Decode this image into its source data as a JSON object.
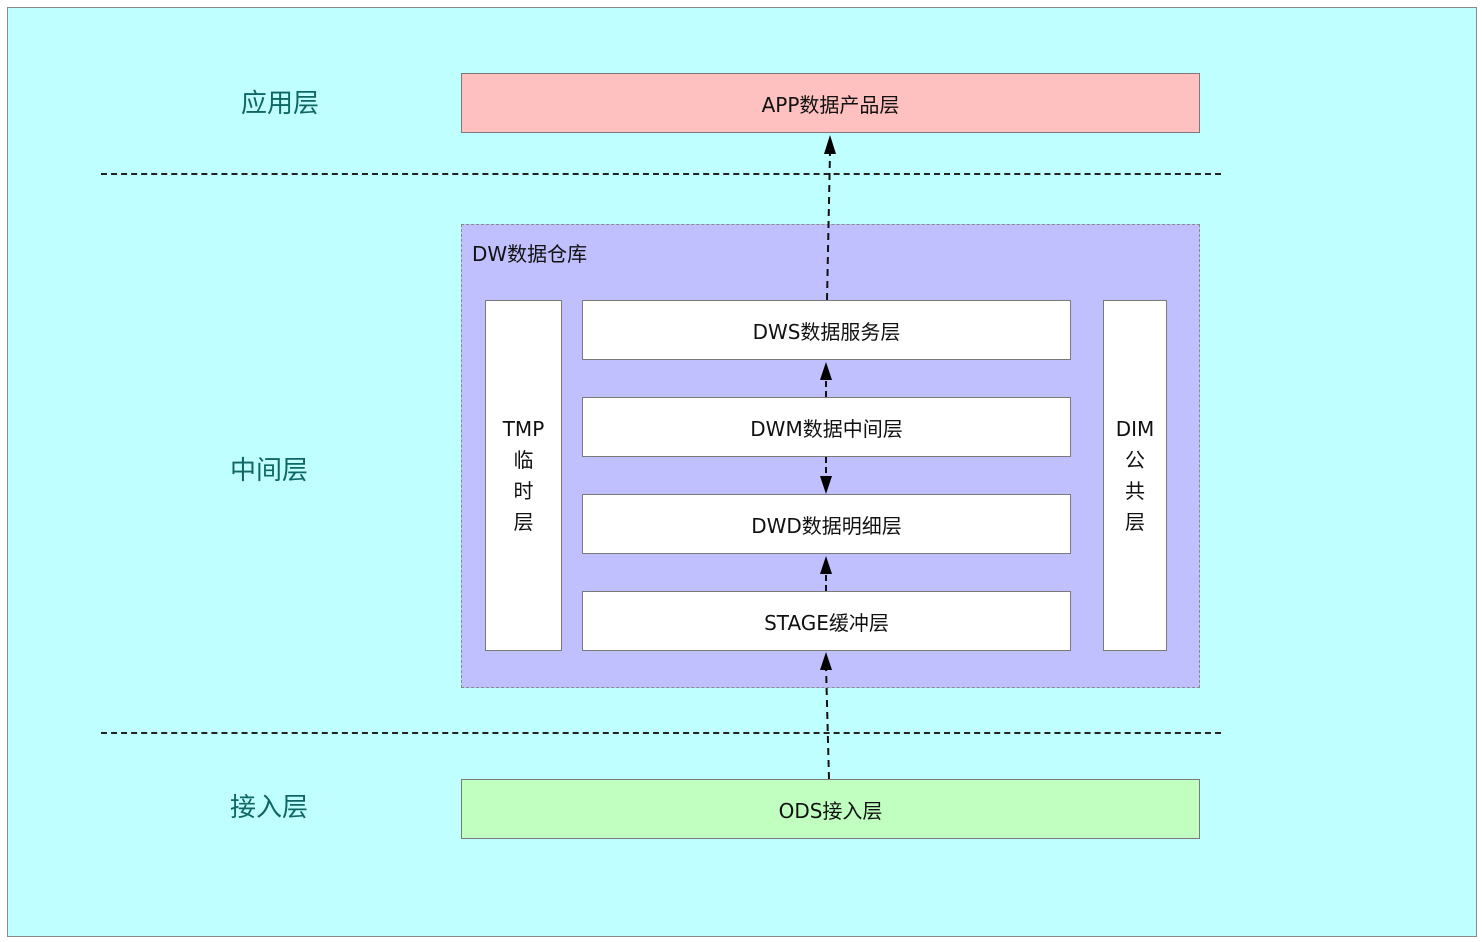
{
  "layers": {
    "app_label": "应用层",
    "middle_label": "中间层",
    "access_label": "接入层"
  },
  "boxes": {
    "app": "APP数据产品层",
    "dw_title": "DW数据仓库",
    "dws": "DWS数据服务层",
    "dwm": "DWM数据中间层",
    "dwd": "DWD数据明细层",
    "stage": "STAGE缓冲层",
    "ods": "ODS接入层",
    "tmp": [
      "TMP",
      "临",
      "时",
      "层"
    ],
    "dim": [
      "DIM",
      "公",
      "共",
      "层"
    ]
  },
  "colors": {
    "background": "#c0ffff",
    "app": "#ffc0c0",
    "dw": "#c0c0ff",
    "ods": "#c0ffc0",
    "label": "#0e6666"
  }
}
